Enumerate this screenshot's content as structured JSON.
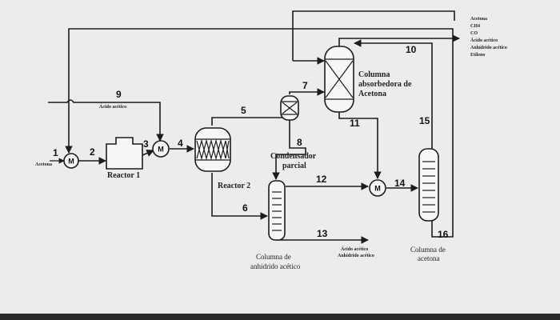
{
  "mixer_letter": "M",
  "streams": {
    "s1": "1",
    "s2": "2",
    "s3": "3",
    "s4": "4",
    "s5": "5",
    "s6": "6",
    "s7": "7",
    "s8": "8",
    "s9": "9",
    "s10": "10",
    "s11": "11",
    "s12": "12",
    "s13": "13",
    "s14": "14",
    "s15": "15",
    "s16": "16"
  },
  "labels": {
    "acetona_feed": "Acetona",
    "acido_acetico_feed": "Ácido acético",
    "reactor1": "Reactor 1",
    "reactor2": "Reactor 2",
    "condensador_line1": "Condensador",
    "condensador_line2": "parcial",
    "absorbedora_line1": "Columna",
    "absorbedora_line2": "absorbedora de",
    "absorbedora_line3": "Acetona",
    "anhidrido_col_line1": "Columna de",
    "anhidrido_col_line2": "anhidrido acético",
    "acetona_col_line1": "Columna de",
    "acetona_col_line2": "acetona",
    "out13_line1": "Ácido acético",
    "out13_line2": "Anhídrido acético"
  },
  "top_outlet": [
    "Acetona",
    "CH4",
    "CO",
    "Ácido acético",
    "Anhídrido acético",
    "Etileno"
  ]
}
